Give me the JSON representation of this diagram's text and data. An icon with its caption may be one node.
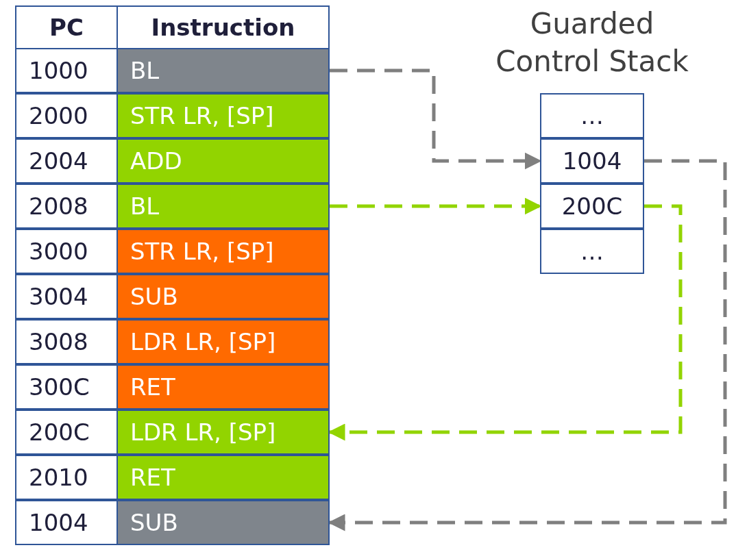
{
  "diagram": {
    "nodes": [
      {
        "text": [
          "PC"
        ]
      },
      {
        "text": [
          "Instruction"
        ]
      },
      {
        "text": [
          "1000"
        ]
      },
      {
        "text": [
          "BL"
        ]
      },
      {
        "text": [
          "2000"
        ]
      },
      {
        "text": [
          "STR LR, [SP]"
        ]
      },
      {
        "text": [
          "2004"
        ]
      },
      {
        "text": [
          "ADD"
        ]
      },
      {
        "text": [
          "2008"
        ]
      },
      {
        "text": [
          "BL"
        ]
      },
      {
        "text": [
          "3000"
        ]
      },
      {
        "text": [
          "STR LR, [SP]"
        ]
      },
      {
        "text": [
          "3004"
        ]
      },
      {
        "text": [
          "SUB"
        ]
      },
      {
        "text": [
          "3008"
        ]
      },
      {
        "text": [
          "LDR LR, [SP]"
        ]
      },
      {
        "text": [
          "300C"
        ]
      },
      {
        "text": [
          "RET"
        ]
      },
      {
        "text": [
          "200C"
        ]
      },
      {
        "text": [
          "LDR LR, [SP]"
        ]
      },
      {
        "text": [
          "2010"
        ]
      },
      {
        "text": [
          "RET"
        ]
      },
      {
        "text": [
          "1004"
        ]
      },
      {
        "text": [
          "SUB"
        ]
      },
      {
        "text": [
          "Guarded Control Stack"
        ]
      },
      {
        "text": [
          "…"
        ],
        "in": 24
      },
      {
        "text": [
          "1004"
        ],
        "in": 24
      },
      {
        "text": [
          "200C"
        ],
        "in": 24
      },
      {
        "text": [
          "…"
        ],
        "in": 24
      }
    ],
    "edges": [
      {
        "from": 3,
        "to": 26,
        "arrow": "to",
        "style": "dashed",
        "color": "#7f7f7f"
      },
      {
        "from": 26,
        "to": 23,
        "arrow": "to",
        "style": "dashed",
        "color": "#7f7f7f"
      },
      {
        "from": 9,
        "to": 27,
        "arrow": "to",
        "style": "dashed",
        "color": "#92d400"
      },
      {
        "from": 27,
        "to": 19,
        "arrow": "to",
        "style": "dashed",
        "color": "#92d400"
      }
    ]
  }
}
